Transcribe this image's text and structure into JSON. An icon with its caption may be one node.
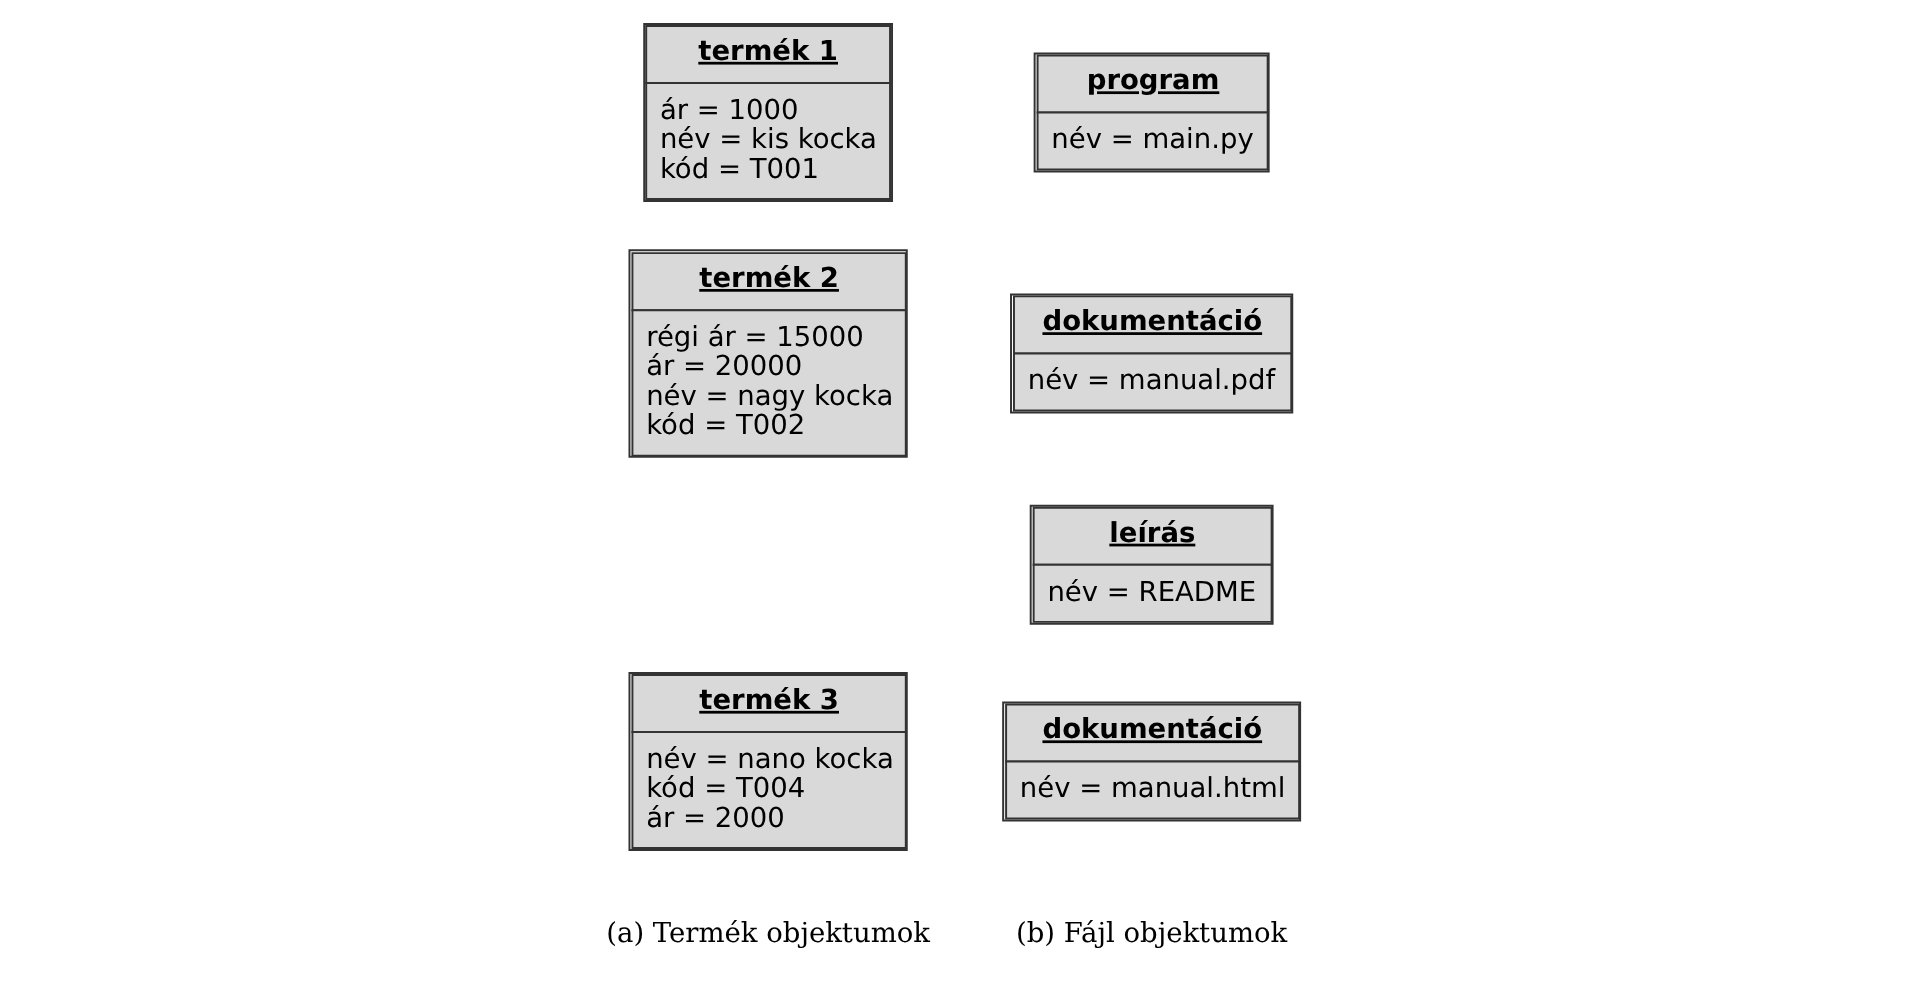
{
  "diagram": {
    "nodes": [
      {
        "text": [
          "termék 1",
          "ár = 1000",
          "név = kis kocka",
          "kód = T001"
        ]
      },
      {
        "text": [
          "termék 2",
          "régi ár = 15000",
          "ár = 20000",
          "név = nagy kocka",
          "kód = T002"
        ]
      },
      {
        "text": [
          "termék 3",
          "név = nano kocka",
          "kód = T004",
          "ár = 2000"
        ]
      },
      {
        "text": [
          "program",
          "név = main.py"
        ]
      },
      {
        "text": [
          "dokumentáció",
          "név = manual.pdf"
        ]
      },
      {
        "text": [
          "leírás",
          "név = README"
        ]
      },
      {
        "text": [
          "dokumentáció",
          "név = manual.html"
        ]
      }
    ],
    "labels": [
      "(a) Termék objektumok",
      "(b) Fájl objektumok"
    ]
  }
}
